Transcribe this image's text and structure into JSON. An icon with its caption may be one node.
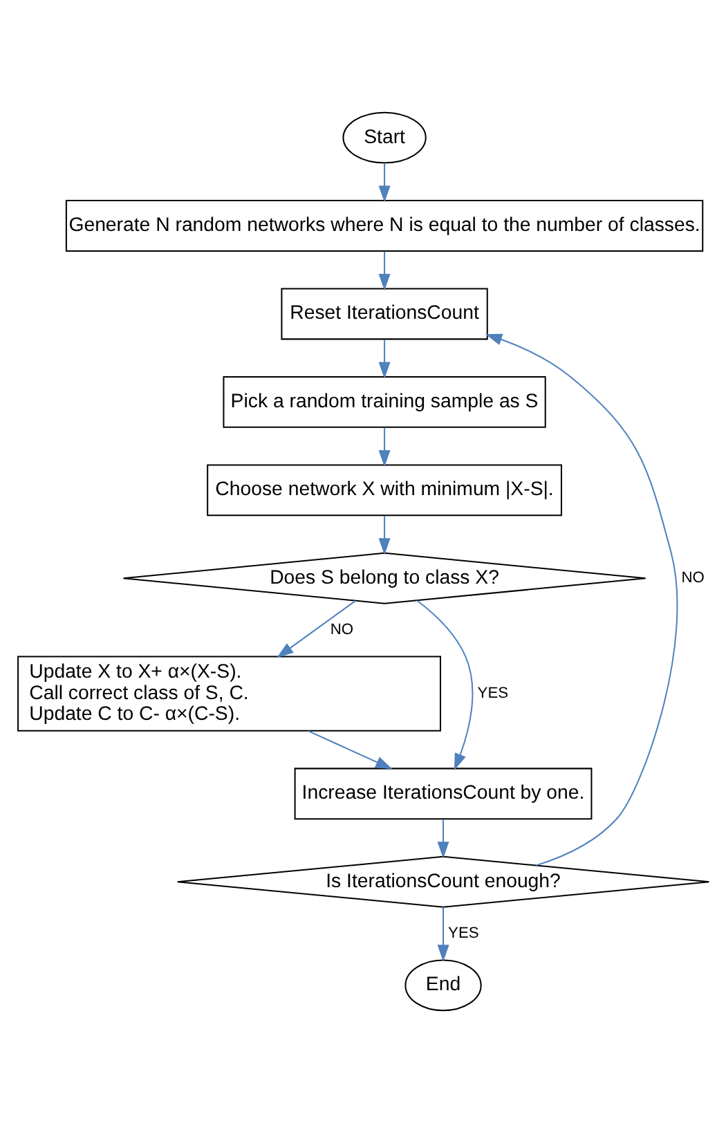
{
  "diagram": {
    "nodes": [
      {
        "text": [
          "Start"
        ]
      },
      {
        "text": [
          "Generate N random networks where N is equal to the number of classes."
        ]
      },
      {
        "text": [
          "Reset IterationsCount"
        ]
      },
      {
        "text": [
          "Pick a random training sample as S"
        ]
      },
      {
        "text": [
          "Choose network X with minimum |X-S|."
        ]
      },
      {
        "text": [
          "Does S belong to class X?"
        ]
      },
      {
        "text": [
          "Update X to X+ α×(X-S).",
          "Call correct class of S, C.",
          "Update C to C- α×(C-S)."
        ]
      },
      {
        "text": [
          "Increase IterationsCount by one."
        ]
      },
      {
        "text": [
          "Is IterationsCount enough?"
        ]
      },
      {
        "text": [
          "End"
        ]
      }
    ],
    "edges": [
      {
        "from": 0,
        "to": 1,
        "arrow": "to"
      },
      {
        "from": 1,
        "to": 2,
        "arrow": "to"
      },
      {
        "from": 2,
        "to": 3,
        "arrow": "to"
      },
      {
        "from": 3,
        "to": 4,
        "arrow": "to"
      },
      {
        "from": 4,
        "to": 5,
        "arrow": "to"
      },
      {
        "from": 5,
        "to": 6,
        "arrow": "to",
        "label": "NO"
      },
      {
        "from": 5,
        "to": 7,
        "arrow": "to",
        "label": "YES"
      },
      {
        "from": 6,
        "to": 7,
        "arrow": "to"
      },
      {
        "from": 7,
        "to": 8,
        "arrow": "to"
      },
      {
        "from": 8,
        "to": 2,
        "arrow": "to",
        "label": "NO"
      },
      {
        "from": 8,
        "to": 9,
        "arrow": "to",
        "label": "YES"
      }
    ]
  }
}
